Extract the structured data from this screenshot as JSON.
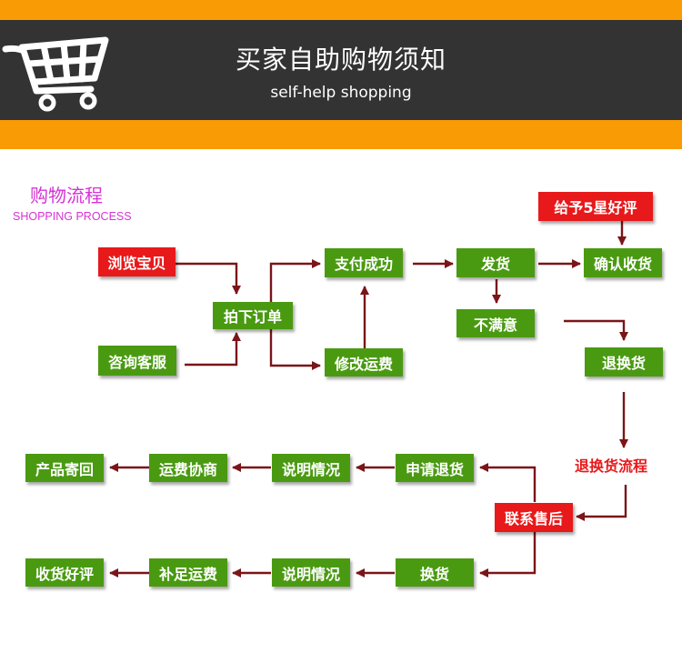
{
  "header": {
    "title": "买家自助购物须知",
    "subtitle": "self-help shopping",
    "icon": "shopping-cart-icon"
  },
  "section": {
    "title": "购物流程",
    "title_en": "SHOPPING PROCESS"
  },
  "nodes": {
    "browse": "浏览宝贝",
    "consult": "咨询客服",
    "place_order": "拍下订单",
    "payment_success": "支付成功",
    "modify_shipping": "修改运费",
    "ship": "发货",
    "unsatisfied": "不满意",
    "five_star": "给予5星好评",
    "confirm_receipt": "确认收货",
    "return_exchange": "退换货",
    "return_flow": "退换货流程",
    "contact_service": "联系售后",
    "apply_return": "申请退货",
    "explain_return": "说明情况",
    "return_shipping": "运费协商",
    "return_item": "产品寄回",
    "exchange": "换货",
    "explain_exchange": "说明情况",
    "pay_shipping": "补足运费",
    "review": "收货好评"
  },
  "colors": {
    "orange": "#f99b05",
    "dark": "#333333",
    "green": "#4a9a11",
    "red": "#e8191b",
    "arrow": "#7a1518",
    "magenta": "#d633d6"
  }
}
